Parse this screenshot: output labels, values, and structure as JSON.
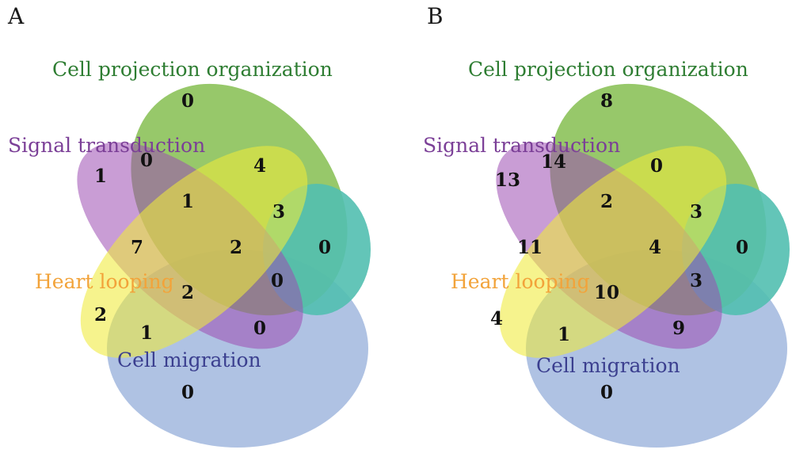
{
  "colors": {
    "cell_projection": "#7ab940",
    "signal_transduction": "#a25bb5",
    "heart_looping": "#f0ea3a",
    "cell_migration": "#5f86c8",
    "teal_region": "#52bfb0",
    "label_green": "#2e7d32",
    "label_purple": "#7b3f97",
    "label_orange": "#f2a33a",
    "label_blue": "#3b3f8f"
  },
  "panels": [
    {
      "label": "A",
      "sets": {
        "cell_projection": "Cell projection organization",
        "signal_transduction": "Signal transduction",
        "heart_looping": "Heart looping",
        "cell_migration": "Cell migration"
      },
      "counts": {
        "cp_only": "0",
        "st_only": "1",
        "cp_st": "0",
        "cp_mid": "4",
        "cp_st_center": "1",
        "cp_right": "3",
        "teal_only": "0",
        "st_hl": "7",
        "center": "2",
        "hl_label_right": "2",
        "blue_right": "0",
        "hl_only": "2",
        "hl_cm": "1",
        "purple_bottom": "0",
        "cm_only": "0"
      }
    },
    {
      "label": "B",
      "sets": {
        "cell_projection": "Cell projection organization",
        "signal_transduction": "Signal transduction",
        "heart_looping": "Heart looping",
        "cell_migration": "Cell migration"
      },
      "counts": {
        "cp_only": "8",
        "st_only": "13",
        "cp_st": "14",
        "cp_mid": "0",
        "cp_st_center": "2",
        "cp_right": "3",
        "teal_only": "0",
        "st_hl": "11",
        "center": "4",
        "hl_label_right": "10",
        "blue_right": "3",
        "hl_only": "4",
        "hl_cm": "1",
        "purple_bottom": "9",
        "cm_only": "0"
      }
    }
  ]
}
